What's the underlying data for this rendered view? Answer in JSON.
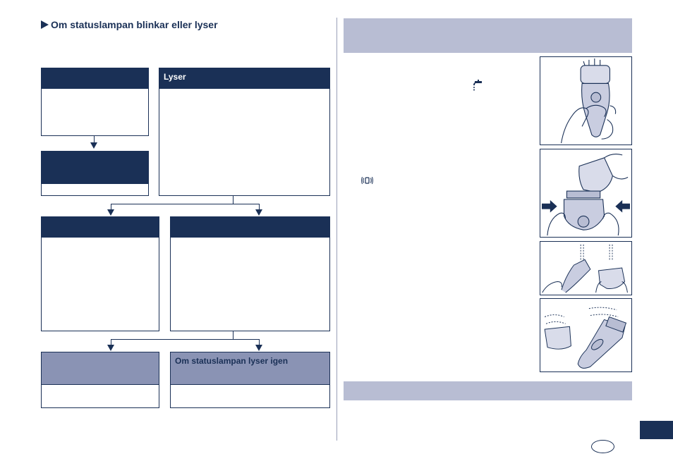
{
  "section": {
    "heading": "Om statuslampan blinkar eller lyser",
    "boxes": {
      "top_left_header": "",
      "top_right_header": "Lyser",
      "mid_left_header": "",
      "left_second_header": "",
      "mid_right_header": "",
      "bottom_left_header": "",
      "bottom_right_header": "Om statuslampan lyser igen"
    }
  },
  "icons": {
    "faucet": "faucet-icon",
    "vibration": "vibration-icon",
    "arrow_bullet": "right-triangle-icon"
  },
  "colors": {
    "navy": "#1a3056",
    "light_header": "#8a93b4",
    "band": "#b8bdd3"
  }
}
